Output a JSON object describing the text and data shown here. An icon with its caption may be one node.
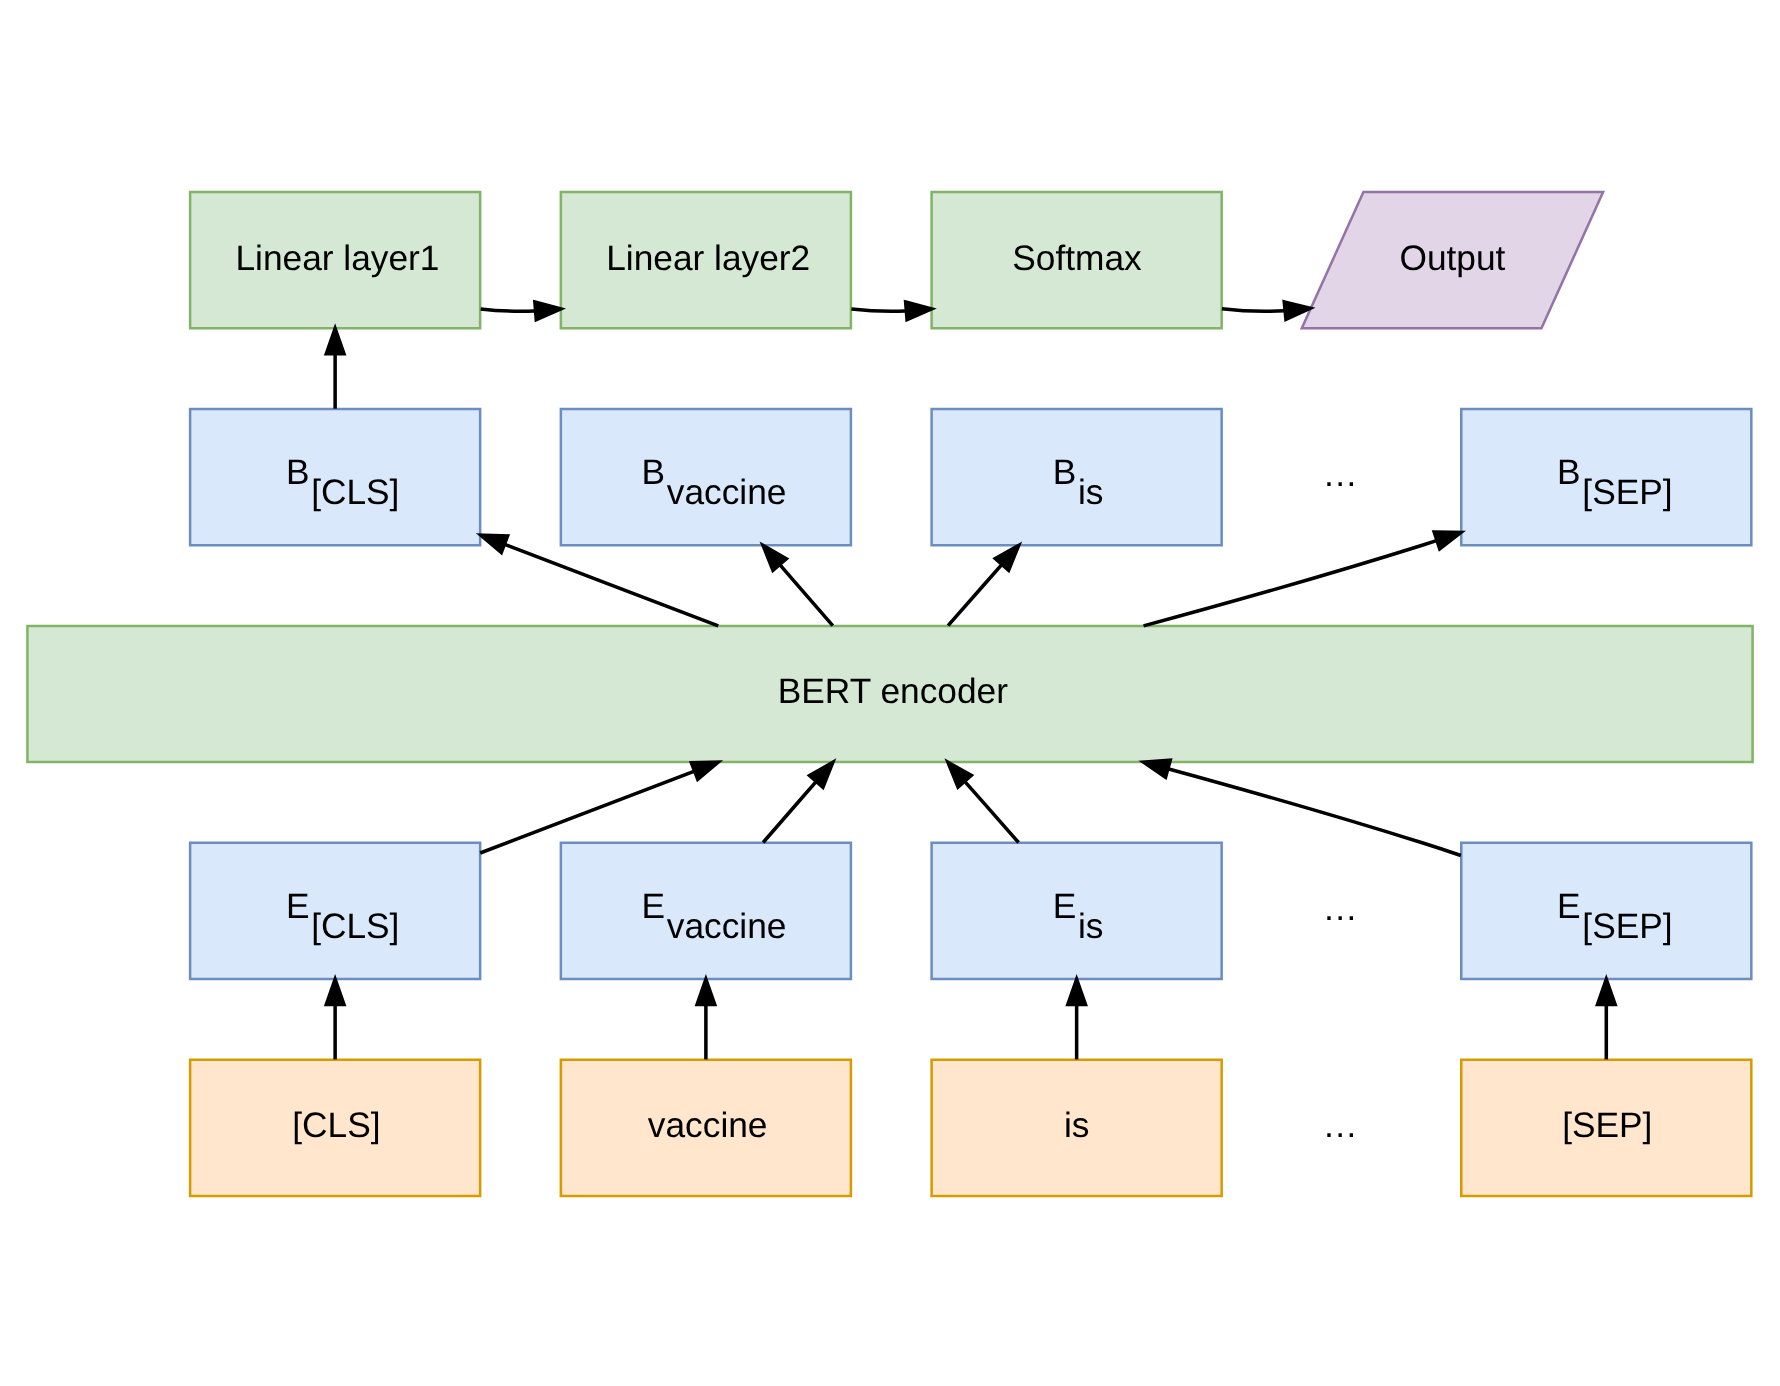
{
  "diagram": {
    "nodes": [
      {
        "text": [
          "Linear layer1"
        ]
      },
      {
        "text": [
          "Linear layer2"
        ]
      },
      {
        "text": [
          "Softmax"
        ]
      },
      {
        "text": [
          "Output"
        ]
      },
      {
        "text": [
          "B$_{[CLS]}$"
        ]
      },
      {
        "text": [
          "B$_{vaccine}$"
        ]
      },
      {
        "text": [
          "B$_{is}$"
        ]
      },
      {
        "text": [
          "B$_{[SEP]}$"
        ]
      },
      {
        "text": [
          "BERT encoder"
        ]
      },
      {
        "text": [
          "E$_{[CLS]}$"
        ]
      },
      {
        "text": [
          "E$_{vaccine}$"
        ]
      },
      {
        "text": [
          "E$_{is}$"
        ]
      },
      {
        "text": [
          "E$_{[SEP]}$"
        ]
      },
      {
        "text": [
          "[CLS]"
        ]
      },
      {
        "text": [
          "vaccine"
        ]
      },
      {
        "text": [
          "is"
        ]
      },
      {
        "text": [
          "[SEP]"
        ]
      }
    ],
    "edges": [
      {
        "from": 0,
        "to": 1,
        "arrow": "to"
      },
      {
        "from": 1,
        "to": 2,
        "arrow": "to"
      },
      {
        "from": 2,
        "to": 3,
        "arrow": "to"
      },
      {
        "from": 4,
        "to": 0,
        "arrow": "to"
      },
      {
        "from": 8,
        "to": 4,
        "arrow": "to"
      },
      {
        "from": 8,
        "to": 5,
        "arrow": "to"
      },
      {
        "from": 8,
        "to": 6,
        "arrow": "to"
      },
      {
        "from": 8,
        "to": 7,
        "arrow": "to"
      },
      {
        "from": 9,
        "to": 8,
        "arrow": "to"
      },
      {
        "from": 10,
        "to": 8,
        "arrow": "to"
      },
      {
        "from": 11,
        "to": 8,
        "arrow": "to"
      },
      {
        "from": 12,
        "to": 8,
        "arrow": "to"
      },
      {
        "from": 13,
        "to": 9,
        "arrow": "to"
      },
      {
        "from": 14,
        "to": 10,
        "arrow": "to"
      },
      {
        "from": 15,
        "to": 11,
        "arrow": "to"
      },
      {
        "from": 16,
        "to": 12,
        "arrow": "to"
      }
    ],
    "labels": [
      "…",
      "…",
      "…"
    ]
  }
}
